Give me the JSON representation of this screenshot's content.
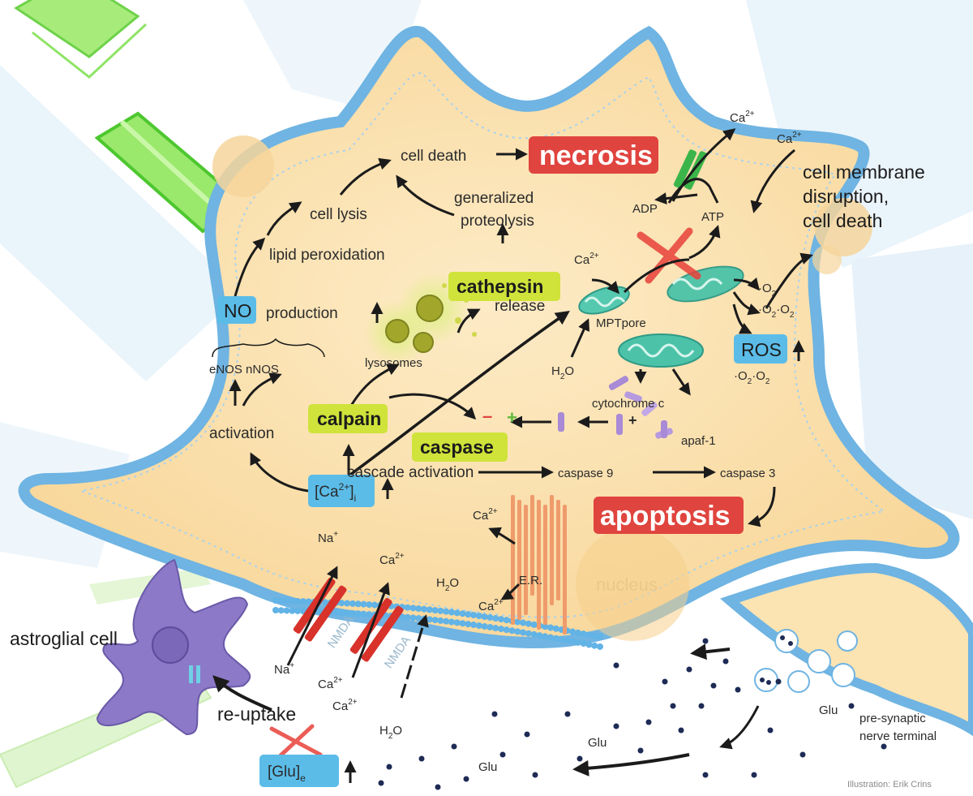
{
  "labels": {
    "necrosis": "necrosis",
    "apoptosis": "apoptosis",
    "cell_death": "cell death",
    "cell_lysis": "cell lysis",
    "lipid_peroxidation": "lipid peroxidation",
    "no": "NO",
    "production": "production",
    "enos_nnos": "eNOS nNOS",
    "activation": "activation",
    "generalized": "generalized",
    "proteolysis": "proteolysis",
    "cathepsin": "cathepsin",
    "release": "release",
    "lysosomes": "lysosomes",
    "calpain": "calpain",
    "caspase": "caspase",
    "cascade_activation": "cascade activation",
    "caspase9": "caspase 9",
    "caspase3": "caspase 3",
    "cytochrome_c": "cytochrome c",
    "apaf1": "apaf-1",
    "mptpore": "MPTpore",
    "ros": "ROS",
    "adp": "ADP",
    "atp": "ATP",
    "ca": "Ca",
    "ca_sup": "2+",
    "ca_i_sub": "i",
    "h2o_h": "H",
    "h2o_2": "2",
    "h2o_o": "O",
    "na": "Na",
    "na_sup": "+",
    "er": "E.R.",
    "nucleus": "nucleus",
    "nmda": "NMDA",
    "cell_membrane_1": "cell membrane",
    "cell_membrane_2": "disruption,",
    "cell_membrane_3": "cell death",
    "astroglial_cell": "astroglial cell",
    "re_uptake": "re-uptake",
    "glu": "Glu",
    "glu_e_sub": "e",
    "presynaptic_1": "pre-synaptic",
    "presynaptic_2": "nerve terminal",
    "o2_radical_a": "·O",
    "credit": "Illustration: Erik Crins",
    "minus": "–",
    "plus": "+"
  },
  "colors": {
    "cell_fill": "#fbe3b2",
    "cell_border": "#6fb4e2",
    "outer_halo": "#dcecf7",
    "necrosis_box": "#e0443e",
    "blue_box": "#5bbce8",
    "green_box": "#cfe33a",
    "astro": "#8c79c7",
    "mito": "#4cc3a9",
    "er": "#ef9b6c",
    "nmda_red": "#d8322b",
    "glu_dot": "#1d2b55"
  }
}
